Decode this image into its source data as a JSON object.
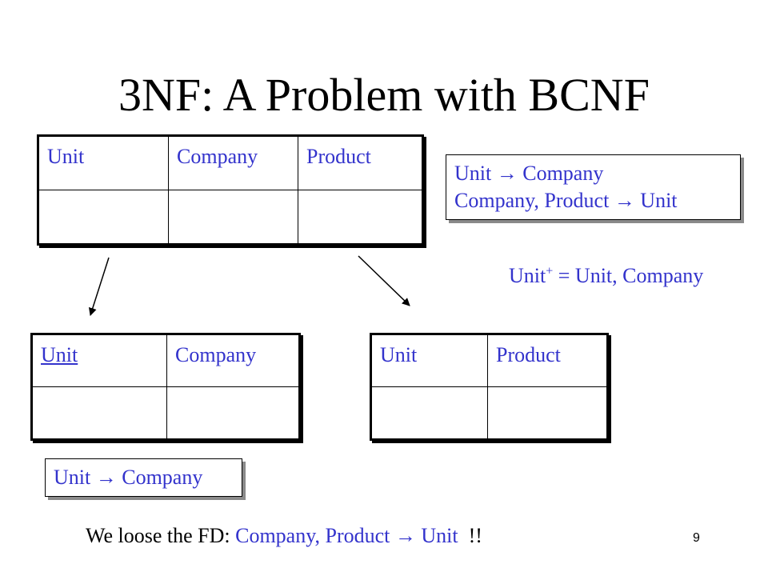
{
  "title": "3NF: A Problem with BCNF",
  "main_table": {
    "headers": [
      "Unit",
      "Company",
      "Product"
    ]
  },
  "fd_box": {
    "line1": "Unit → Company",
    "line2": "Company, Product → Unit"
  },
  "closure": {
    "base": "Unit",
    "sup": "+",
    "rest": " = Unit, Company"
  },
  "left_table": {
    "headers": [
      "Unit",
      "Company"
    ]
  },
  "right_table": {
    "headers": [
      "Unit",
      "Product"
    ]
  },
  "left_fd": "Unit → Company",
  "bottom": {
    "prefix": "We loose the FD: ",
    "fd": "Company, Product → Unit",
    "suffix": "  !!"
  },
  "page_number": "9",
  "colors": {
    "accent_text": "#3333cc",
    "shadow": "#8a8a8a"
  }
}
